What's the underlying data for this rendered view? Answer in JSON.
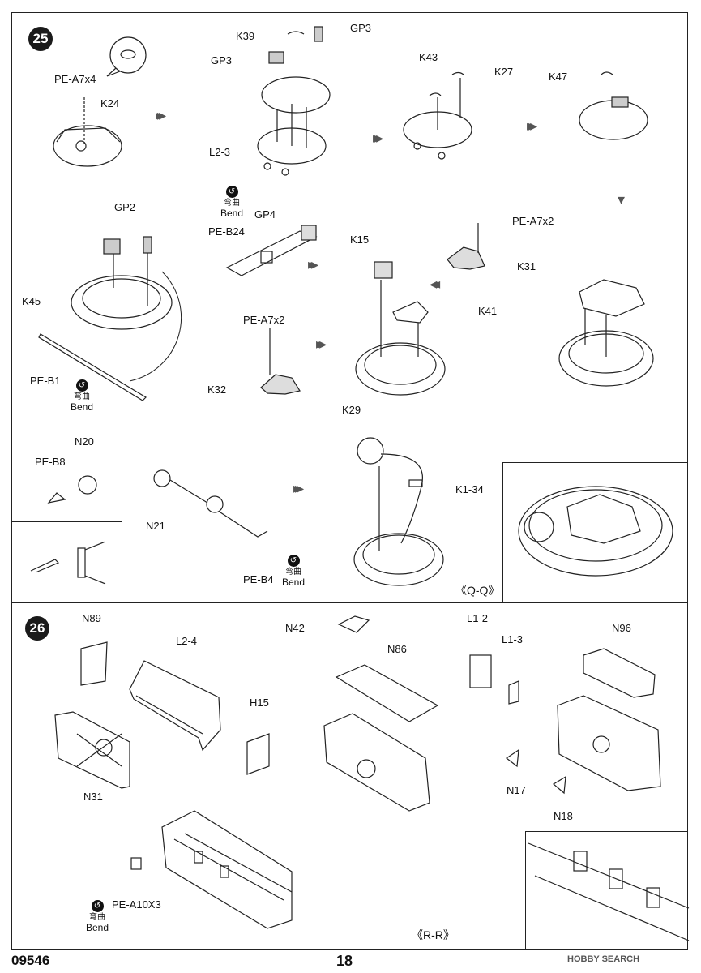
{
  "steps": {
    "s25": "25",
    "s26": "26"
  },
  "labels": {
    "pe_a7x4": "PE-A7x4",
    "k24": "K24",
    "k39": "K39",
    "gp3_top": "GP3",
    "gp3_left": "GP3",
    "l2_3": "L2-3",
    "k43": "K43",
    "k27": "K27",
    "k47": "K47",
    "gp2": "GP2",
    "k45": "K45",
    "pe_b1": "PE-B1",
    "gp4": "GP4",
    "pe_b24": "PE-B24",
    "k15": "K15",
    "pe_a7x2_right": "PE-A7x2",
    "k31": "K31",
    "k41": "K41",
    "pe_a7x2_left": "PE-A7x2",
    "k32": "K32",
    "k29": "K29",
    "n20": "N20",
    "pe_b8": "PE-B8",
    "n21": "N21",
    "pe_b4": "PE-B4",
    "k1_34": "K1-34",
    "n89": "N89",
    "l2_4": "L2-4",
    "h15": "H15",
    "n31": "N31",
    "n42": "N42",
    "n86": "N86",
    "l1_2": "L1-2",
    "l1_3": "L1-3",
    "n96": "N96",
    "n17": "N17",
    "n18": "N18",
    "pe_a10x3": "PE-A10X3"
  },
  "bend": {
    "cn": "弯曲",
    "en": "Bend",
    "icon": "bend-icon"
  },
  "sections": {
    "qq": "《Q-Q》",
    "rr": "《R-R》"
  },
  "footer": {
    "code": "09546",
    "page": "18",
    "watermark": "HOBBY SEARCH"
  }
}
